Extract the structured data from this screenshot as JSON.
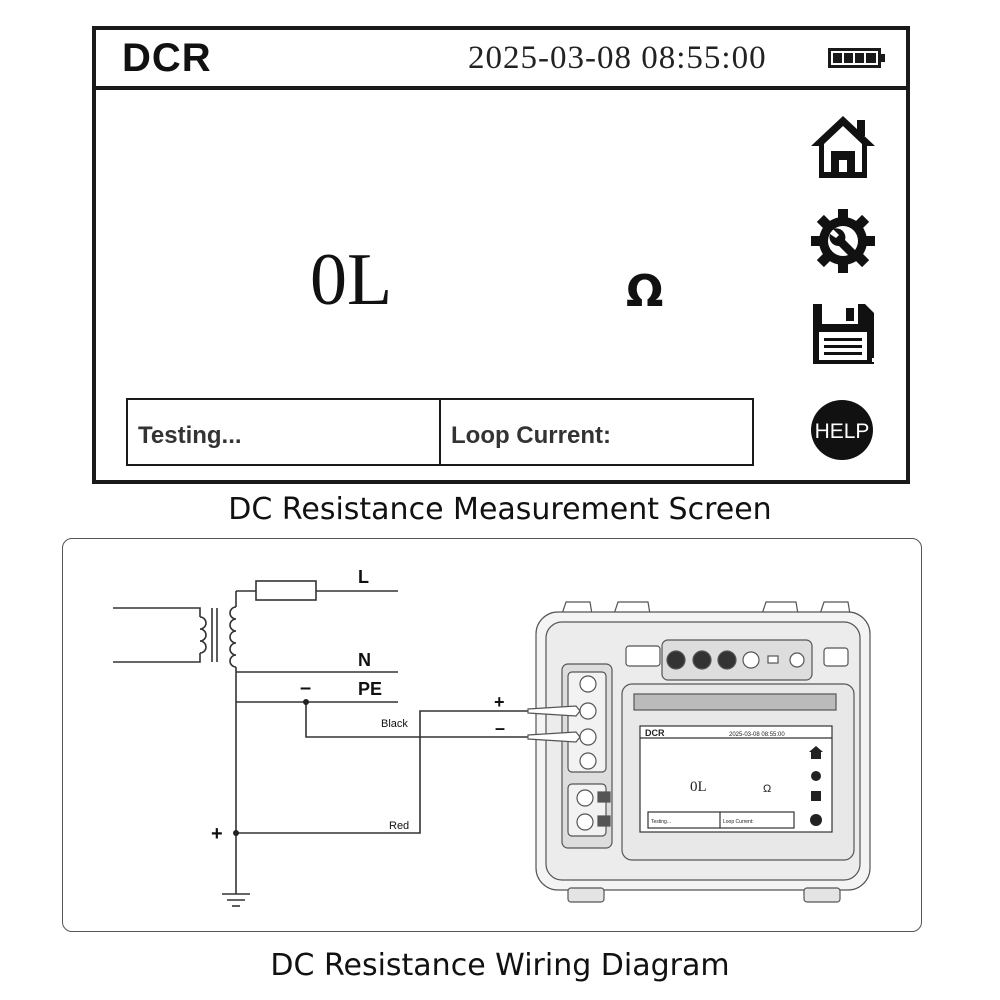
{
  "screen": {
    "mode": "DCR",
    "datetime": "2025-03-08  08:55:00",
    "reading": "0L",
    "unit": "Ω",
    "status_testing": "Testing...",
    "status_loop_current": "Loop Current:",
    "help_label": "HELP",
    "icons": [
      "home-icon",
      "settings-wrench-gear-icon",
      "save-floppy-icon",
      "help-icon",
      "battery-icon"
    ]
  },
  "captions": {
    "screen": "DC Resistance Measurement Screen",
    "diagram": "DC Resistance Wiring Diagram"
  },
  "diagram": {
    "line_labels": {
      "l": "L",
      "n": "N",
      "pe": "PE"
    },
    "polarity": {
      "minus": "–",
      "plus": "+"
    },
    "wire_labels": {
      "black": "Black",
      "red": "Red"
    },
    "device_screen": {
      "mode": "DCR",
      "datetime": "2025-03-08 08:55:00",
      "reading": "0L",
      "unit": "Ω",
      "status_testing": "Testing...",
      "status_loop_current": "Loop Current:"
    }
  }
}
